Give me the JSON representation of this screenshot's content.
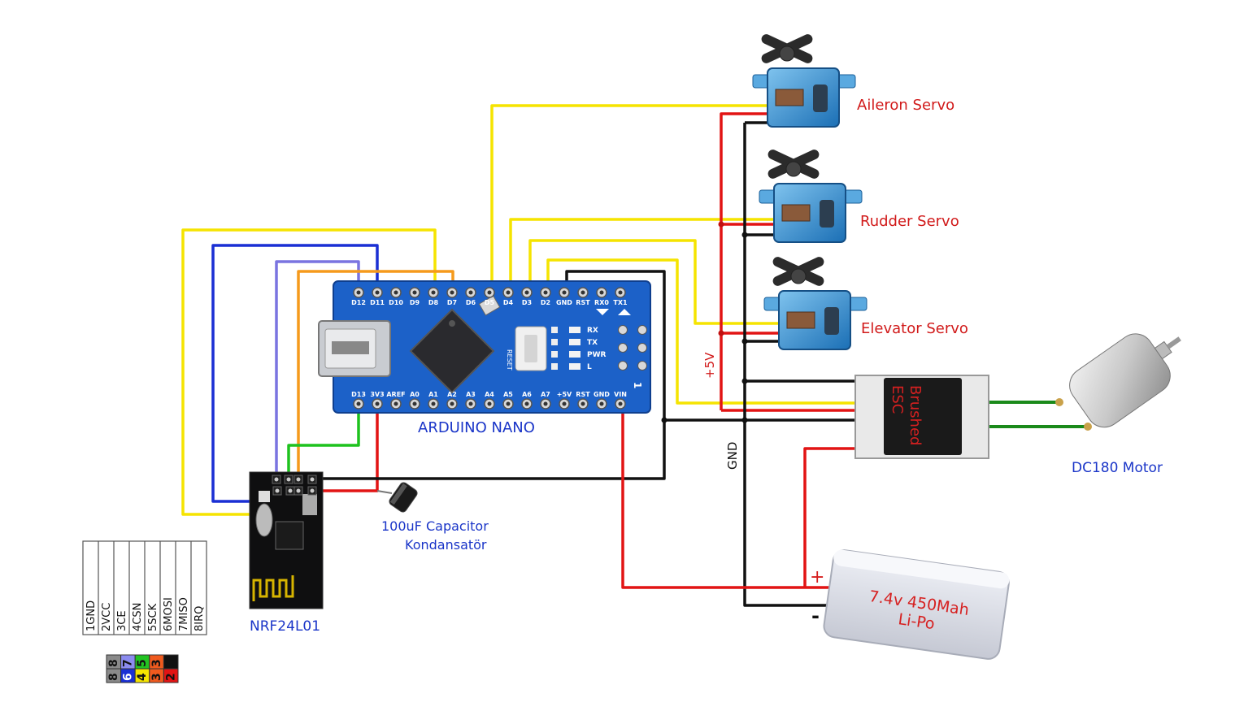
{
  "board": {
    "name": "ARDUINO NANO",
    "top_pins": [
      "D12",
      "D11",
      "D10",
      "D9",
      "D8",
      "D7",
      "D6",
      "D5",
      "D4",
      "D3",
      "D2",
      "GND",
      "RST",
      "RX0",
      "TX1"
    ],
    "bottom_pins": [
      "D13",
      "3V3",
      "AREF",
      "A0",
      "A1",
      "A2",
      "A3",
      "A4",
      "A5",
      "A6",
      "A7",
      "+5V",
      "RST",
      "GND",
      "VIN"
    ],
    "chip_text": "RESET",
    "leds": [
      "RX",
      "TX",
      "PWR",
      "L"
    ]
  },
  "servos": [
    "Aileron Servo",
    "Rudder Servo",
    "Elevator Servo"
  ],
  "esc_label": "Brushed ESC",
  "motor_label": "DC180 Motor",
  "battery": {
    "line1": "7.4v 450Mah",
    "line2": "Li-Po",
    "plus": "+",
    "minus": "-"
  },
  "capacitor": {
    "line1": "100uF Capacitor",
    "line2": "Kondansatör"
  },
  "rf_module": "NRF24L01",
  "rail_labels": {
    "plus5v": "+5V",
    "gnd": "GND"
  },
  "pinout_table": [
    "1GND",
    "2VCC",
    "3CE",
    "4CSN",
    "5SCK",
    "6MOSI",
    "7MISO",
    "8IRQ"
  ],
  "pin_grid": {
    "top": [
      "8",
      "7",
      "5",
      "3",
      "1"
    ],
    "bottom": [
      "8",
      "6",
      "4",
      "3",
      "2"
    ]
  },
  "wire_colors": {
    "yellow": "#f5e400",
    "blue": "#1a2fd4",
    "violet": "#7a74e0",
    "orange": "#f59a1c",
    "green": "#1ec21e",
    "black": "#111111",
    "red": "#e21414",
    "dark_green": "#1a8a1a"
  }
}
